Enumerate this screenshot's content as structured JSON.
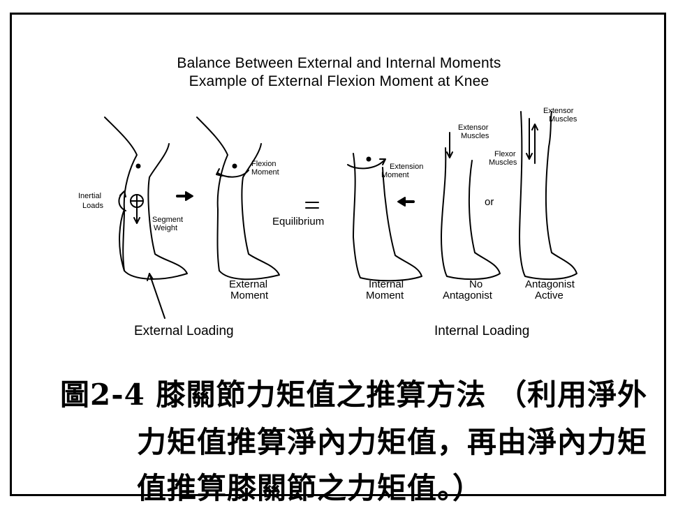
{
  "figure": {
    "title_line1": "Balance Between External and Internal Moments",
    "title_line2": "Example of External Flexion Moment at Knee",
    "labels": {
      "inertial": "Inertial",
      "loads": "Loads",
      "segment": "Segment",
      "weight": "Weight",
      "flexion": "Flexion",
      "moment": "Moment",
      "extension": "Extension",
      "extensor": "Extensor",
      "muscles": "Muscles",
      "flexor": "Flexor",
      "or": "or",
      "equals": "=",
      "equilibrium": "Equilibrium",
      "external": "External",
      "internal": "Internal",
      "no": "No",
      "antagonist": "Antagonist",
      "active": "Active",
      "external_loading": "External Loading",
      "internal_loading": "Internal Loading"
    }
  },
  "caption": {
    "line1": "圖2-4 膝關節力矩值之推算方法 （利用淨外",
    "line2": "力矩值推算淨內力矩值，再由淨內力矩",
    "line3": "值推算膝關節之力矩值。）"
  }
}
